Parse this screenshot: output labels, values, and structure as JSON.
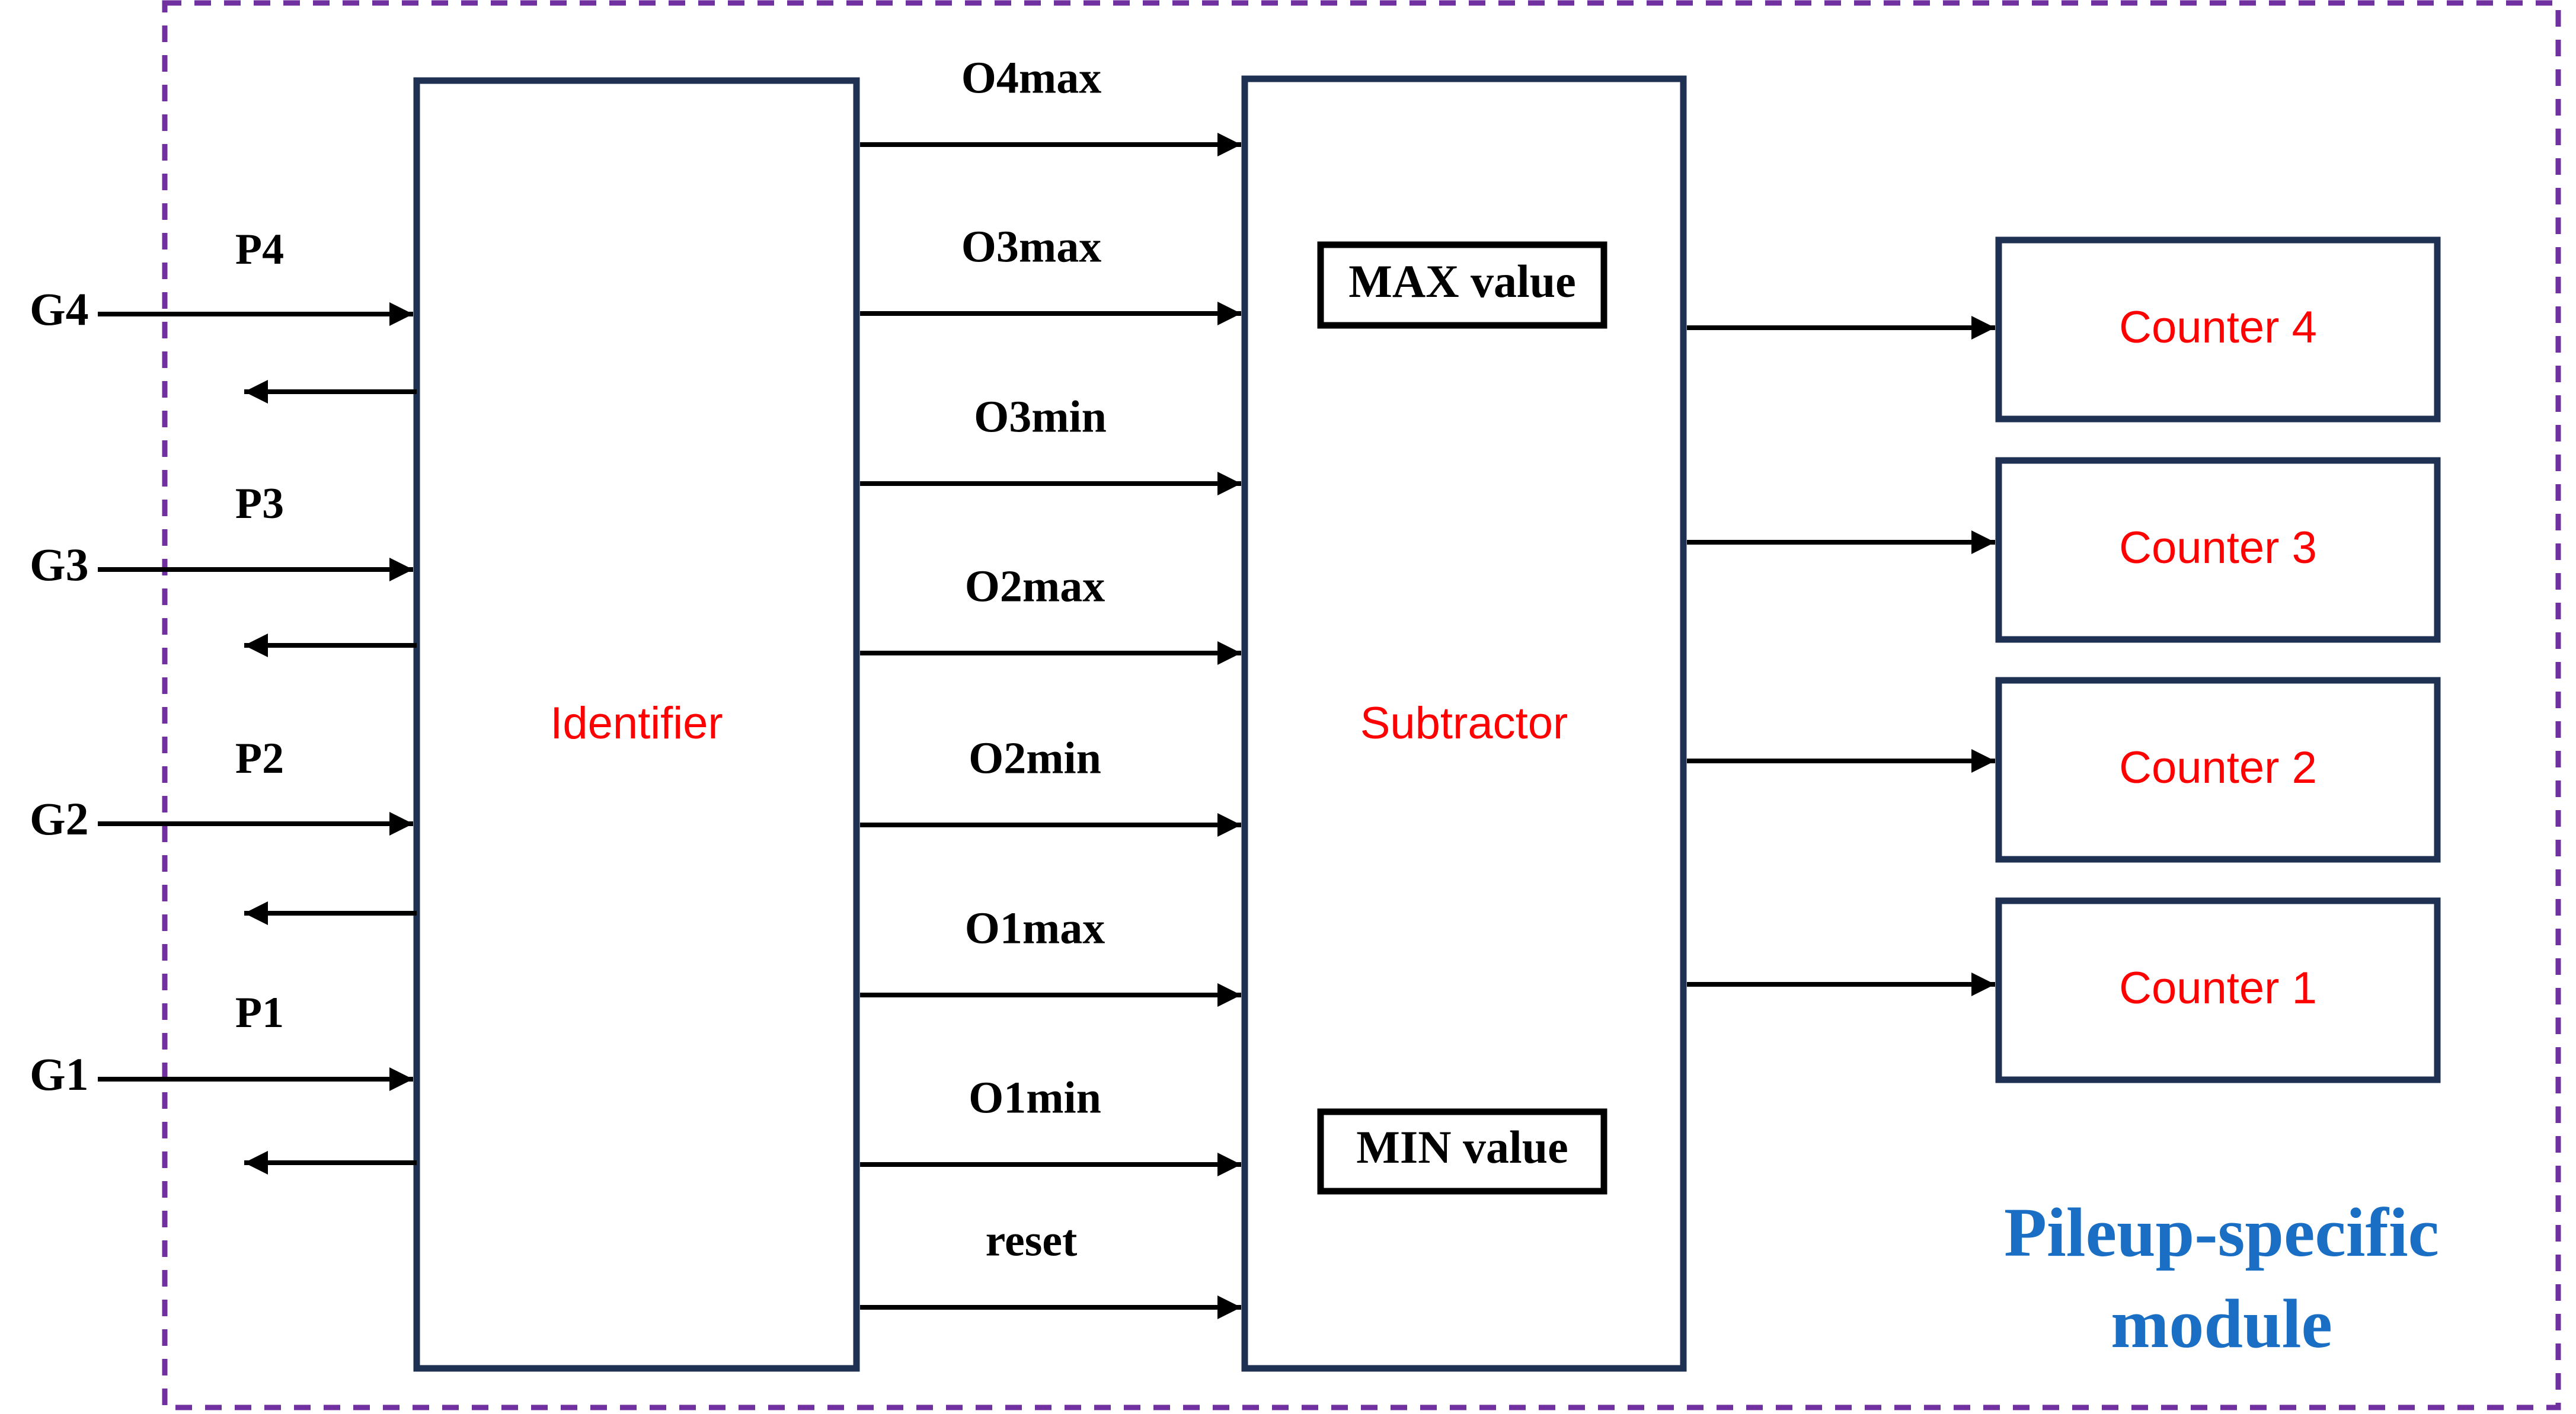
{
  "colors": {
    "box_border": "#1f3153",
    "block_label": "#ff0000",
    "module_label": "#1a6fc4",
    "dashed_border": "#7030a0",
    "arrow": "#000000",
    "text": "#000000"
  },
  "module": {
    "label_line1": "Pileup-specific",
    "label_line2": "module"
  },
  "identifier": {
    "label": "Identifier"
  },
  "subtractor": {
    "label": "Subtractor",
    "max_label": "MAX value",
    "min_label": "MIN value"
  },
  "inputs": [
    {
      "g": "G4",
      "p": "P4"
    },
    {
      "g": "G3",
      "p": "P3"
    },
    {
      "g": "G2",
      "p": "P2"
    },
    {
      "g": "G1",
      "p": "P1"
    }
  ],
  "mid_signals": [
    "O4max",
    "O3max",
    "O3min",
    "O2max",
    "O2min",
    "O1max",
    "O1min",
    "reset"
  ],
  "counters": [
    "Counter 4",
    "Counter 3",
    "Counter 2",
    "Counter 1"
  ]
}
